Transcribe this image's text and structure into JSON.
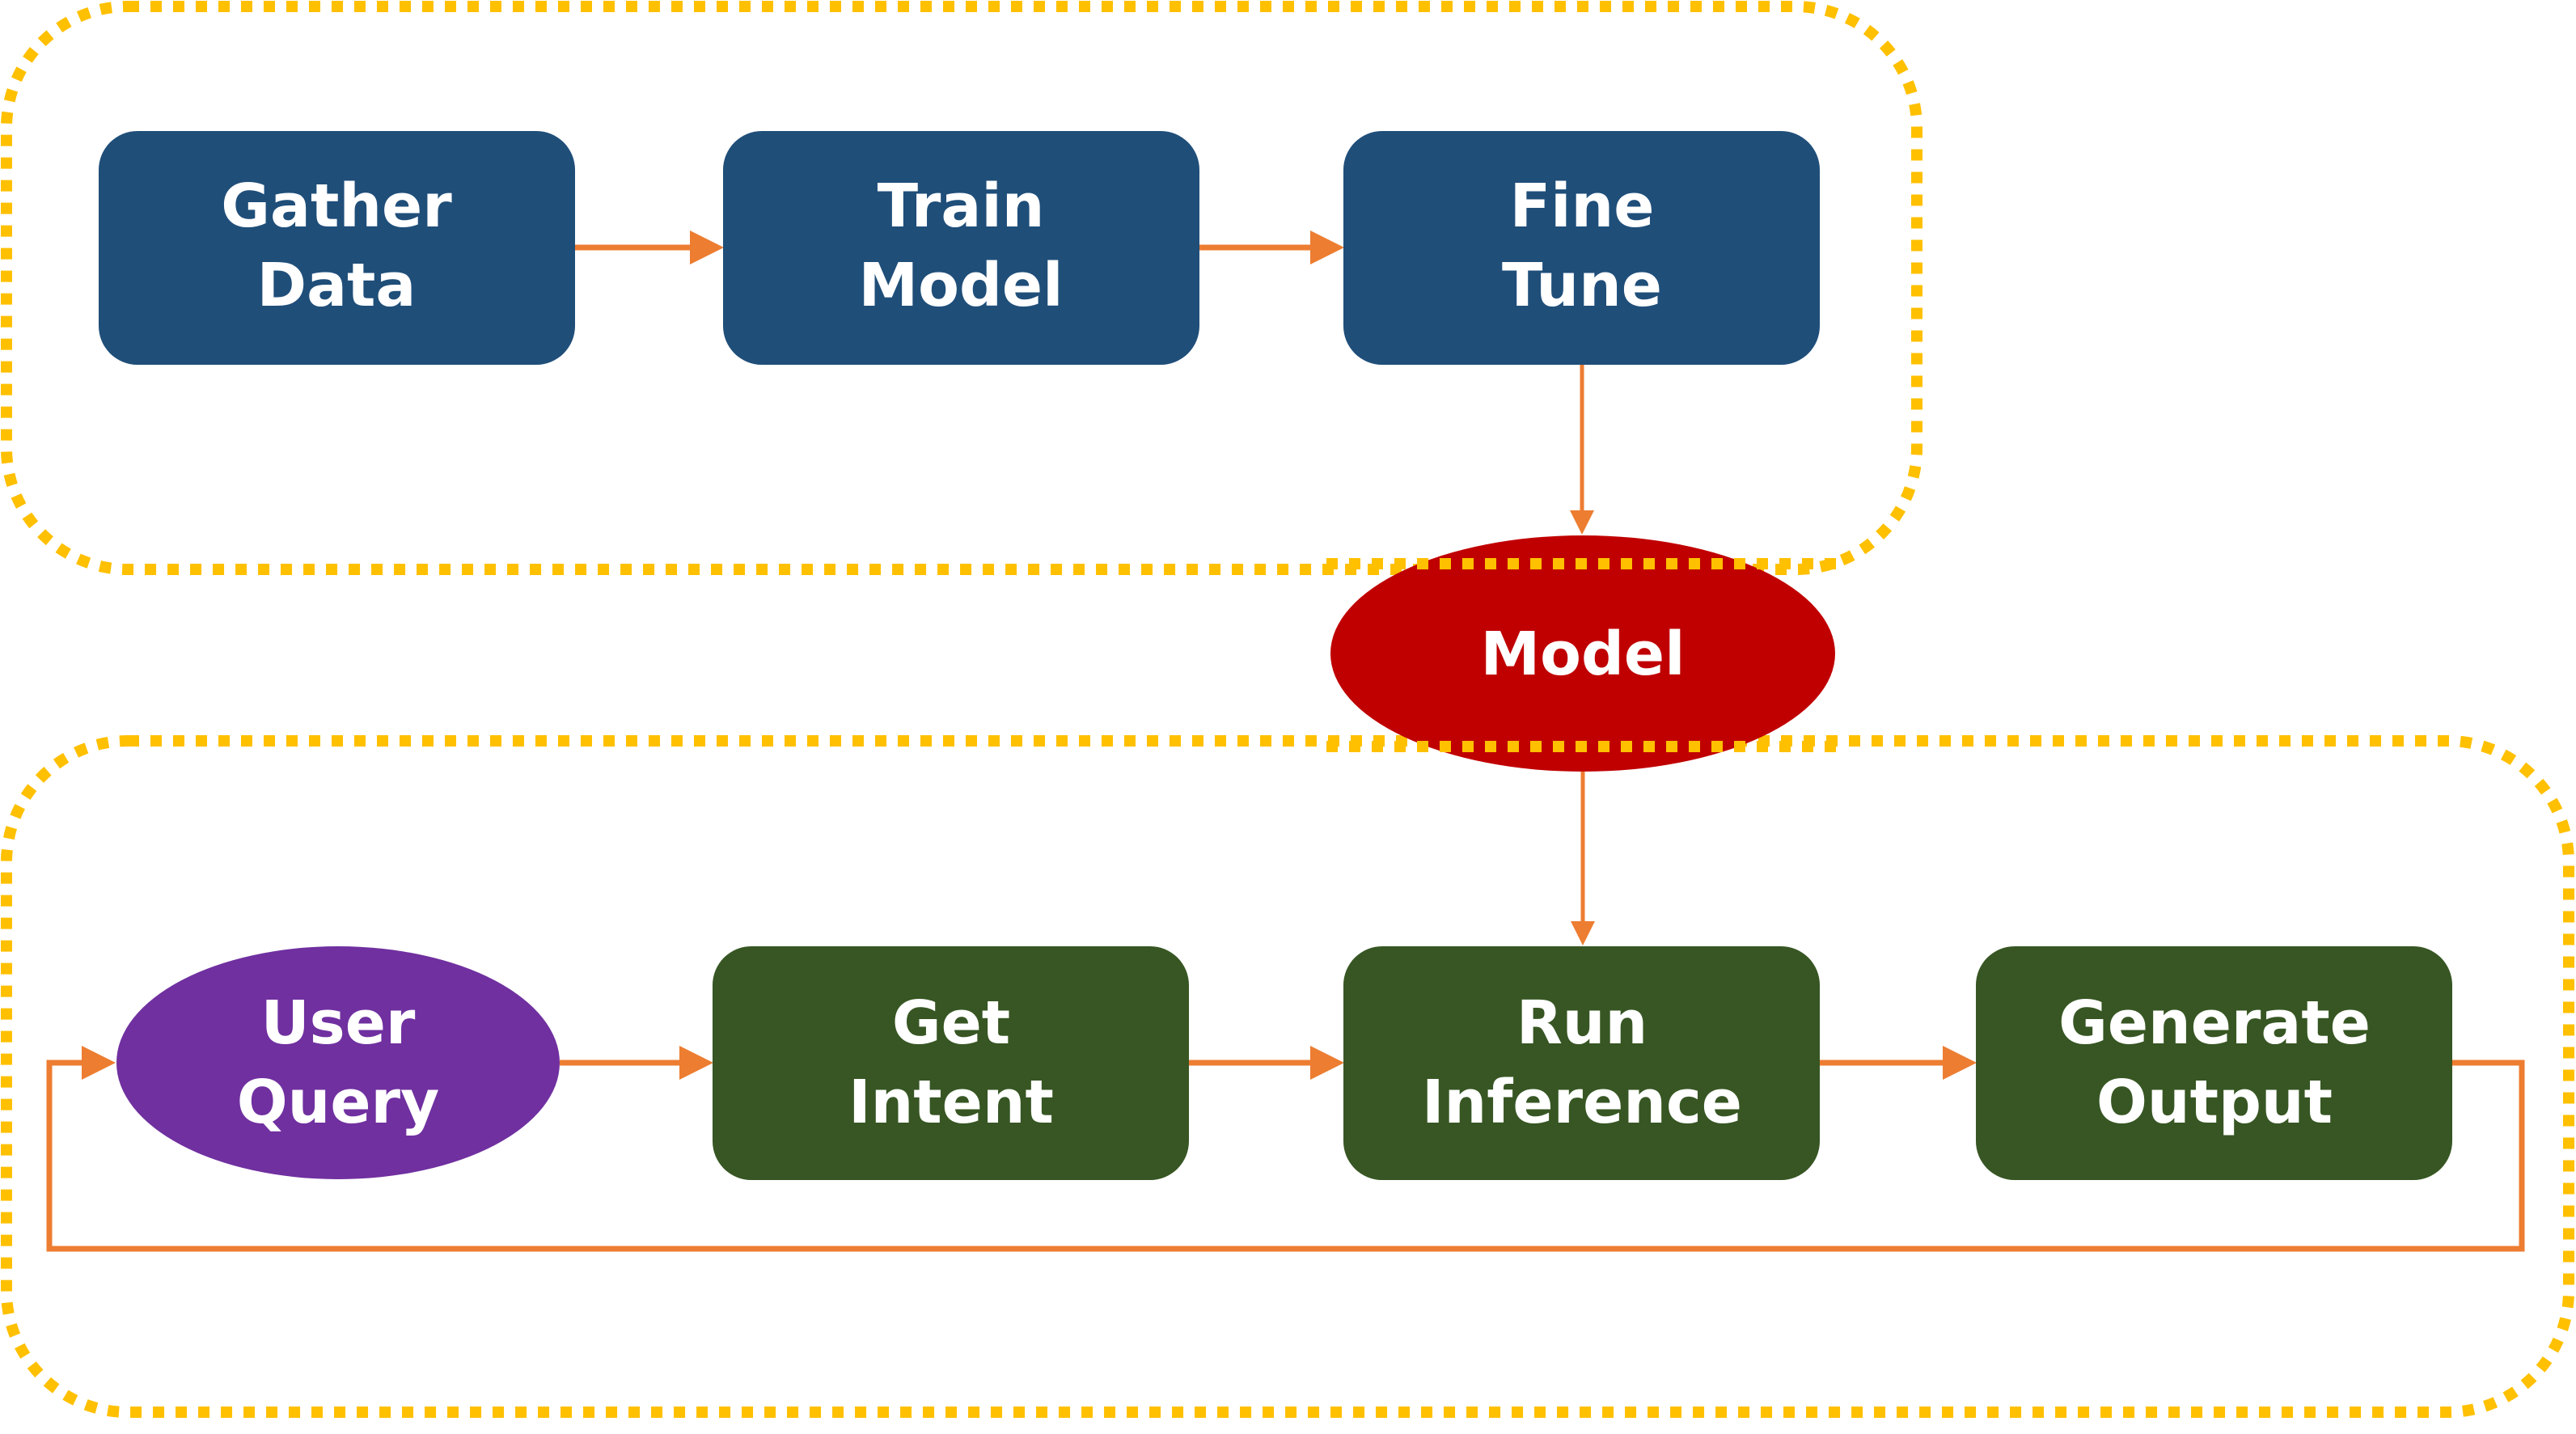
{
  "groups": [
    {
      "id": "training",
      "color": "#FFC000"
    },
    {
      "id": "serving",
      "color": "#FFC000"
    }
  ],
  "colors": {
    "training_box": "#1F4E79",
    "serving_box": "#375623",
    "model": "#C00000",
    "user_query": "#7030A0",
    "arrow": "#ED7D31",
    "group_border": "#FFC000",
    "text": "#FFFFFF"
  },
  "nodes": {
    "gather_data": {
      "line1": "Gather",
      "line2": "Data"
    },
    "train_model": {
      "line1": "Train",
      "line2": "Model"
    },
    "fine_tune": {
      "line1": "Fine",
      "line2": "Tune"
    },
    "model": {
      "label": "Model"
    },
    "user_query": {
      "line1": "User",
      "line2": "Query"
    },
    "get_intent": {
      "line1": "Get",
      "line2": "Intent"
    },
    "run_inference": {
      "line1": "Run",
      "line2": "Inference"
    },
    "generate_output": {
      "line1": "Generate",
      "line2": "Output"
    }
  },
  "edges": [
    {
      "from": "gather_data",
      "to": "train_model"
    },
    {
      "from": "train_model",
      "to": "fine_tune"
    },
    {
      "from": "fine_tune",
      "to": "model"
    },
    {
      "from": "model",
      "to": "run_inference"
    },
    {
      "from": "user_query",
      "to": "get_intent"
    },
    {
      "from": "get_intent",
      "to": "run_inference"
    },
    {
      "from": "run_inference",
      "to": "generate_output"
    },
    {
      "from": "generate_output",
      "to": "user_query",
      "type": "loop"
    }
  ]
}
